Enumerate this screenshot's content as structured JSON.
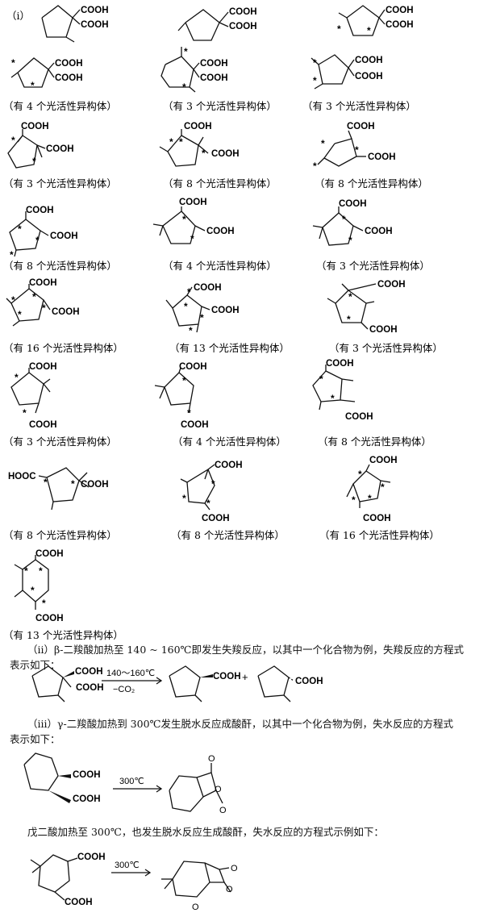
{
  "groups": {
    "cooh": "COOH",
    "hooc": "HOOC",
    "star": "*"
  },
  "part_i_marker": "（i）",
  "labels": [
    "（有 4 个光活性异构体）",
    "（有 3 个光活性异构体）",
    "（有 3 个光活性异构体）",
    "（有 3 个光活性异构体）",
    "（有 8 个光活性异构体）",
    "（有 8 个光活性异构体）",
    "（有 8 个光活性异构体）",
    "（有 4 个光活性异构体）",
    "（有 3 个光活性异构体）",
    "（有 16 个光活性异构体）",
    "（有 13 个光活性异构体）",
    "（有 3 个光活性异构体）",
    "（有 3 个光活性异构体）",
    "（有 4 个光活性异构体）",
    "（有 8 个光活性异构体）",
    "（有 8 个光活性异构体）",
    "（有 8 个光活性异构体）",
    "（有 16 个光活性异构体）",
    "（有 13 个光活性异构体）"
  ],
  "part_ii": {
    "text_line1": "（ii）β-二羧酸加热至 140 ~ 160℃即发生失羧反应，以其中一个化合物为例，失羧反应的方程式",
    "text_line2": "表示如下：",
    "condition_top": "140～160℃",
    "condition_bottom": "−CO₂",
    "plus": "+"
  },
  "part_iii": {
    "text_line1": "（iii）γ-二羧酸加热到 300℃发生脱水反应成酸酐，以其中一个化合物为例，失水反应的方程式",
    "text_line2": "表示如下：",
    "condition": "300℃",
    "text_line3": "戊二酸加热至 300℃，也发生脱水反应生成酸酐，失水反应的方程式示例如下：",
    "condition2": "300℃",
    "oxygen": "O"
  }
}
